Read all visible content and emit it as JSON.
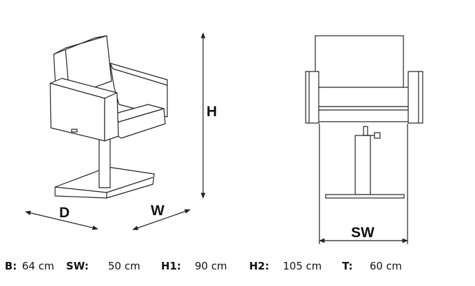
{
  "labels": {
    "depth": "D",
    "width": "W",
    "height": "H",
    "seat_width": "SW"
  },
  "specs": [
    {
      "key": "B:",
      "value": "64 cm"
    },
    {
      "key": "SW:",
      "value": "50 cm"
    },
    {
      "key": "H1:",
      "value": "90 cm"
    },
    {
      "key": "H2:",
      "value": "105 cm"
    },
    {
      "key": "T:",
      "value": "60 cm"
    }
  ],
  "colors": {
    "line": "#222222",
    "fill": "#ffffff"
  }
}
